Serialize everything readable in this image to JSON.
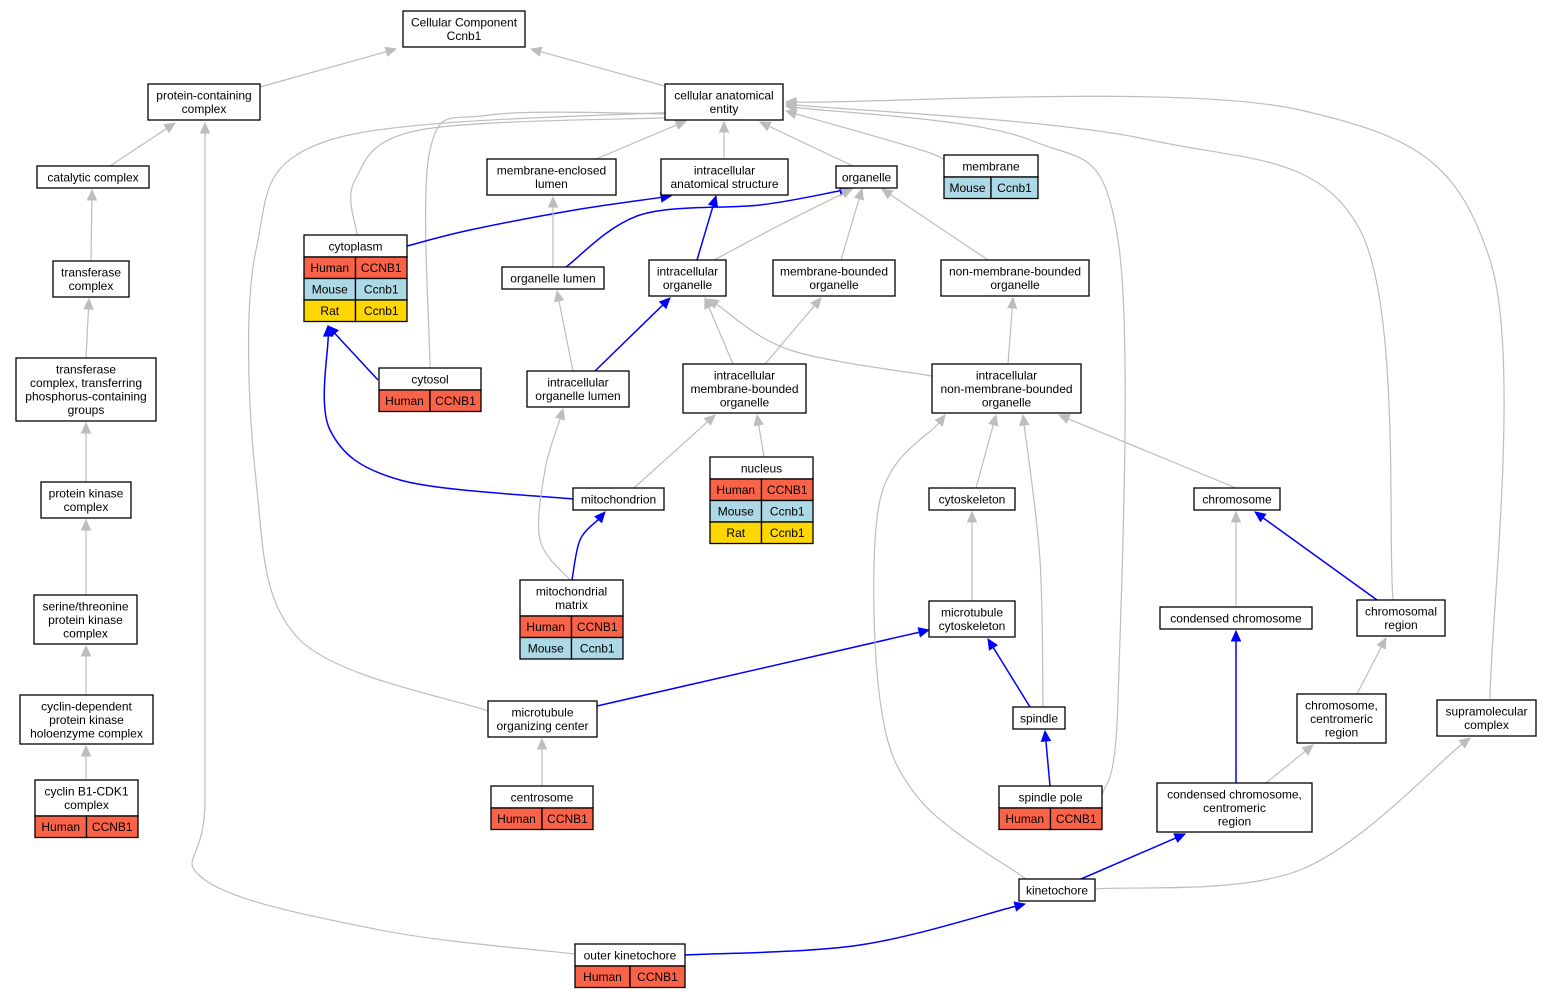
{
  "colors": {
    "edge_is_a": "#bdbdbd",
    "edge_part_of": "#0000ff",
    "human": "#fa6347",
    "mouse": "#add8e6",
    "rat": "#ffd700"
  },
  "terms": {
    "root": [
      "Cellular Component",
      "Ccnb1"
    ],
    "protein_containing_complex": [
      "protein-containing",
      "complex"
    ],
    "cellular_anatomical_entity": [
      "cellular anatomical",
      "entity"
    ],
    "catalytic_complex": [
      "catalytic complex"
    ],
    "transferase_complex": [
      "transferase",
      "complex"
    ],
    "transferase_complex_phospho": [
      "transferase",
      "complex, transferring",
      "phosphorus-containing",
      "groups"
    ],
    "protein_kinase_complex": [
      "protein kinase",
      "complex"
    ],
    "ser_thr_protein_kinase_complex": [
      "serine/threonine",
      "protein kinase",
      "complex"
    ],
    "cdk_holoenzyme_complex": [
      "cyclin-dependent",
      "protein kinase",
      "holoenzyme complex"
    ],
    "cyclin_b1_cdk1_complex": [
      "cyclin B1-CDK1",
      "complex"
    ],
    "membrane_enclosed_lumen": [
      "membrane-enclosed",
      "lumen"
    ],
    "intracellular_anatomical_structure": [
      "intracellular",
      "anatomical structure"
    ],
    "organelle": [
      "organelle"
    ],
    "membrane": [
      "membrane"
    ],
    "cytoplasm": [
      "cytoplasm"
    ],
    "organelle_lumen": [
      "organelle lumen"
    ],
    "intracellular_organelle": [
      "intracellular",
      "organelle"
    ],
    "membrane_bounded_organelle": [
      "membrane-bounded",
      "organelle"
    ],
    "non_membrane_bounded_organelle": [
      "non-membrane-bounded",
      "organelle"
    ],
    "cytosol": [
      "cytosol"
    ],
    "intracellular_organelle_lumen": [
      "intracellular",
      "organelle lumen"
    ],
    "intracellular_membrane_bounded_organelle": [
      "intracellular",
      "membrane-bounded",
      "organelle"
    ],
    "intracellular_non_membrane_bounded_organelle": [
      "intracellular",
      "non-membrane-bounded",
      "organelle"
    ],
    "nucleus": [
      "nucleus"
    ],
    "mitochondrion": [
      "mitochondrion"
    ],
    "cytoskeleton": [
      "cytoskeleton"
    ],
    "chromosome": [
      "chromosome"
    ],
    "mitochondrial_matrix": [
      "mitochondrial",
      "matrix"
    ],
    "microtubule_cytoskeleton": [
      "microtubule",
      "cytoskeleton"
    ],
    "condensed_chromosome": [
      "condensed chromosome"
    ],
    "chromosomal_region": [
      "chromosomal",
      "region"
    ],
    "microtubule_organizing_center": [
      "microtubule",
      "organizing center"
    ],
    "spindle": [
      "spindle"
    ],
    "chromosome_centromeric_region": [
      "chromosome,",
      "centromeric",
      "region"
    ],
    "supramolecular_complex": [
      "supramolecular",
      "complex"
    ],
    "centrosome": [
      "centrosome"
    ],
    "spindle_pole": [
      "spindle pole"
    ],
    "condensed_chromosome_centromeric_region": [
      "condensed chromosome,",
      "centromeric",
      "region"
    ],
    "kinetochore": [
      "kinetochore"
    ],
    "outer_kinetochore": [
      "outer kinetochore"
    ]
  },
  "annotations": {
    "membrane": [
      [
        "Mouse",
        "Ccnb1"
      ]
    ],
    "cytoplasm": [
      [
        "Human",
        "CCNB1"
      ],
      [
        "Mouse",
        "Ccnb1"
      ],
      [
        "Rat",
        "Ccnb1"
      ]
    ],
    "cytosol": [
      [
        "Human",
        "CCNB1"
      ]
    ],
    "nucleus": [
      [
        "Human",
        "CCNB1"
      ],
      [
        "Mouse",
        "Ccnb1"
      ],
      [
        "Rat",
        "Ccnb1"
      ]
    ],
    "mitochondrial_matrix": [
      [
        "Human",
        "CCNB1"
      ],
      [
        "Mouse",
        "Ccnb1"
      ]
    ],
    "cyclin_b1_cdk1_complex": [
      [
        "Human",
        "CCNB1"
      ]
    ],
    "centrosome": [
      [
        "Human",
        "CCNB1"
      ]
    ],
    "spindle_pole": [
      [
        "Human",
        "CCNB1"
      ]
    ],
    "outer_kinetochore": [
      [
        "Human",
        "CCNB1"
      ]
    ]
  },
  "edges": [
    {
      "from": "protein_containing_complex",
      "to": "root",
      "type": "is_a"
    },
    {
      "from": "cellular_anatomical_entity",
      "to": "root",
      "type": "is_a"
    },
    {
      "from": "catalytic_complex",
      "to": "protein_containing_complex",
      "type": "is_a"
    },
    {
      "from": "transferase_complex",
      "to": "catalytic_complex",
      "type": "is_a"
    },
    {
      "from": "transferase_complex_phospho",
      "to": "transferase_complex",
      "type": "is_a"
    },
    {
      "from": "protein_kinase_complex",
      "to": "transferase_complex_phospho",
      "type": "is_a"
    },
    {
      "from": "ser_thr_protein_kinase_complex",
      "to": "protein_kinase_complex",
      "type": "is_a"
    },
    {
      "from": "cdk_holoenzyme_complex",
      "to": "ser_thr_protein_kinase_complex",
      "type": "is_a"
    },
    {
      "from": "cyclin_b1_cdk1_complex",
      "to": "cdk_holoenzyme_complex",
      "type": "is_a"
    },
    {
      "from": "outer_kinetochore",
      "to": "protein_containing_complex",
      "type": "is_a"
    },
    {
      "from": "membrane_enclosed_lumen",
      "to": "cellular_anatomical_entity",
      "type": "is_a"
    },
    {
      "from": "intracellular_anatomical_structure",
      "to": "cellular_anatomical_entity",
      "type": "is_a"
    },
    {
      "from": "organelle",
      "to": "cellular_anatomical_entity",
      "type": "is_a"
    },
    {
      "from": "membrane",
      "to": "cellular_anatomical_entity",
      "type": "is_a"
    },
    {
      "from": "cytoplasm",
      "to": "cellular_anatomical_entity",
      "type": "is_a"
    },
    {
      "from": "cytosol",
      "to": "cellular_anatomical_entity",
      "type": "is_a"
    },
    {
      "from": "microtubule_organizing_center",
      "to": "cellular_anatomical_entity",
      "type": "is_a"
    },
    {
      "from": "spindle_pole",
      "to": "cellular_anatomical_entity",
      "type": "is_a"
    },
    {
      "from": "chromosomal_region",
      "to": "cellular_anatomical_entity",
      "type": "is_a"
    },
    {
      "from": "supramolecular_complex",
      "to": "cellular_anatomical_entity",
      "type": "is_a"
    },
    {
      "from": "cytoplasm",
      "to": "intracellular_anatomical_structure",
      "type": "part_of"
    },
    {
      "from": "organelle_lumen",
      "to": "membrane_enclosed_lumen",
      "type": "is_a"
    },
    {
      "from": "organelle_lumen",
      "to": "organelle",
      "type": "part_of"
    },
    {
      "from": "intracellular_organelle",
      "to": "intracellular_anatomical_structure",
      "type": "part_of"
    },
    {
      "from": "intracellular_organelle",
      "to": "organelle",
      "type": "is_a"
    },
    {
      "from": "membrane_bounded_organelle",
      "to": "organelle",
      "type": "is_a"
    },
    {
      "from": "non_membrane_bounded_organelle",
      "to": "organelle",
      "type": "is_a"
    },
    {
      "from": "cytosol",
      "to": "cytoplasm",
      "type": "part_of"
    },
    {
      "from": "intracellular_organelle_lumen",
      "to": "organelle_lumen",
      "type": "is_a"
    },
    {
      "from": "intracellular_organelle_lumen",
      "to": "intracellular_organelle",
      "type": "part_of"
    },
    {
      "from": "intracellular_membrane_bounded_organelle",
      "to": "intracellular_organelle",
      "type": "is_a"
    },
    {
      "from": "intracellular_membrane_bounded_organelle",
      "to": "membrane_bounded_organelle",
      "type": "is_a"
    },
    {
      "from": "intracellular_non_membrane_bounded_organelle",
      "to": "intracellular_organelle",
      "type": "is_a"
    },
    {
      "from": "intracellular_non_membrane_bounded_organelle",
      "to": "non_membrane_bounded_organelle",
      "type": "is_a"
    },
    {
      "from": "nucleus",
      "to": "intracellular_membrane_bounded_organelle",
      "type": "is_a"
    },
    {
      "from": "mitochondrion",
      "to": "intracellular_membrane_bounded_organelle",
      "type": "is_a"
    },
    {
      "from": "mitochondrion",
      "to": "cytoplasm",
      "type": "part_of"
    },
    {
      "from": "mitochondrial_matrix",
      "to": "intracellular_organelle_lumen",
      "type": "is_a"
    },
    {
      "from": "mitochondrial_matrix",
      "to": "mitochondrion",
      "type": "part_of"
    },
    {
      "from": "cytoskeleton",
      "to": "intracellular_non_membrane_bounded_organelle",
      "type": "is_a"
    },
    {
      "from": "chromosome",
      "to": "intracellular_non_membrane_bounded_organelle",
      "type": "is_a"
    },
    {
      "from": "microtubule_cytoskeleton",
      "to": "cytoskeleton",
      "type": "is_a"
    },
    {
      "from": "condensed_chromosome",
      "to": "chromosome",
      "type": "is_a"
    },
    {
      "from": "chromosomal_region",
      "to": "chromosome",
      "type": "part_of"
    },
    {
      "from": "microtubule_organizing_center",
      "to": "microtubule_cytoskeleton",
      "type": "part_of"
    },
    {
      "from": "spindle",
      "to": "microtubule_cytoskeleton",
      "type": "part_of"
    },
    {
      "from": "spindle",
      "to": "intracellular_non_membrane_bounded_organelle",
      "type": "is_a"
    },
    {
      "from": "centrosome",
      "to": "microtubule_organizing_center",
      "type": "is_a"
    },
    {
      "from": "spindle_pole",
      "to": "spindle",
      "type": "part_of"
    },
    {
      "from": "chromosome_centromeric_region",
      "to": "chromosomal_region",
      "type": "is_a"
    },
    {
      "from": "condensed_chromosome_centromeric_region",
      "to": "chromosome_centromeric_region",
      "type": "is_a"
    },
    {
      "from": "condensed_chromosome_centromeric_region",
      "to": "condensed_chromosome",
      "type": "part_of"
    },
    {
      "from": "kinetochore",
      "to": "condensed_chromosome_centromeric_region",
      "type": "part_of"
    },
    {
      "from": "kinetochore",
      "to": "supramolecular_complex",
      "type": "is_a"
    },
    {
      "from": "kinetochore",
      "to": "intracellular_non_membrane_bounded_organelle",
      "type": "is_a"
    },
    {
      "from": "outer_kinetochore",
      "to": "kinetochore",
      "type": "part_of"
    }
  ]
}
